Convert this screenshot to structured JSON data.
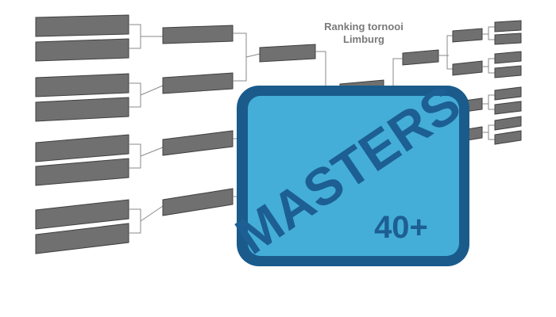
{
  "graphic": {
    "title_line1": "Ranking tornooi",
    "title_line2": "Limburg",
    "badge_word": "MASTERS",
    "badge_age": "40+",
    "colors": {
      "slot_fill": "#707070",
      "connector": "#8a8a8a",
      "badge_frame": "#1a5b8c",
      "badge_fill": "#44aed8",
      "badge_text": "#1d5f93",
      "title_text": "#7a7a7a"
    }
  }
}
